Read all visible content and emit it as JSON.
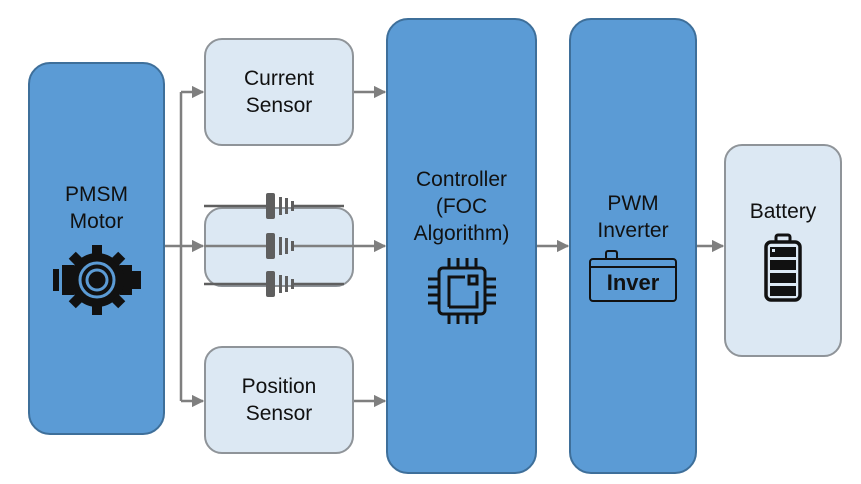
{
  "diagram": {
    "title_visible": false,
    "colors": {
      "primary_block": "#5b9bd5",
      "primary_border": "#3e6f9a",
      "secondary_block": "#dce8f3",
      "secondary_border": "#8f9499",
      "arrow": "#7f7f7f",
      "icon": "#111111"
    },
    "nodes": {
      "motor": {
        "label": "PMSM\nMotor",
        "icon": "motor-gear-icon"
      },
      "current_sensor": {
        "label": "Current\nSensor"
      },
      "voltage_sensor": {
        "label": "",
        "icon": "three-phase-connector-icon"
      },
      "position_sensor": {
        "label": "Position\nSensor"
      },
      "controller": {
        "label": "Controller\n(FOC\nAlgorithm)",
        "icon": "microchip-icon"
      },
      "inverter": {
        "label": "PWM\nInverter",
        "icon": "inverter-icon",
        "icon_text": "Inver"
      },
      "battery": {
        "label": "Battery",
        "icon": "battery-icon"
      }
    },
    "edges": [
      {
        "from": "motor",
        "to": "current_sensor"
      },
      {
        "from": "motor",
        "to": "voltage_sensor"
      },
      {
        "from": "motor",
        "to": "position_sensor"
      },
      {
        "from": "current_sensor",
        "to": "controller"
      },
      {
        "from": "voltage_sensor",
        "to": "controller"
      },
      {
        "from": "position_sensor",
        "to": "controller"
      },
      {
        "from": "controller",
        "to": "inverter"
      },
      {
        "from": "inverter",
        "to": "battery"
      }
    ]
  }
}
